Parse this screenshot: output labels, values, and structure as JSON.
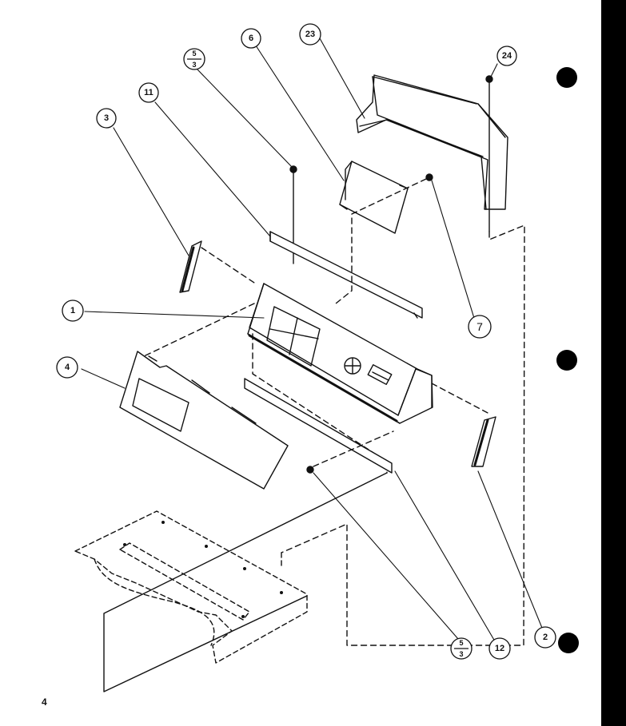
{
  "callouts": {
    "c1": "1",
    "c2": "2",
    "c3": "3",
    "c4": "4",
    "c6": "6",
    "c7": "7",
    "c11": "11",
    "c12": "12",
    "c23": "23",
    "c24": "24",
    "c5a_num": "5",
    "c5a_den": "3",
    "c5b_num": "5",
    "c5b_den": "3"
  },
  "page_number": "4",
  "colors": {
    "ink": "#111111",
    "paper": "#ffffff",
    "binding": "#000000"
  }
}
